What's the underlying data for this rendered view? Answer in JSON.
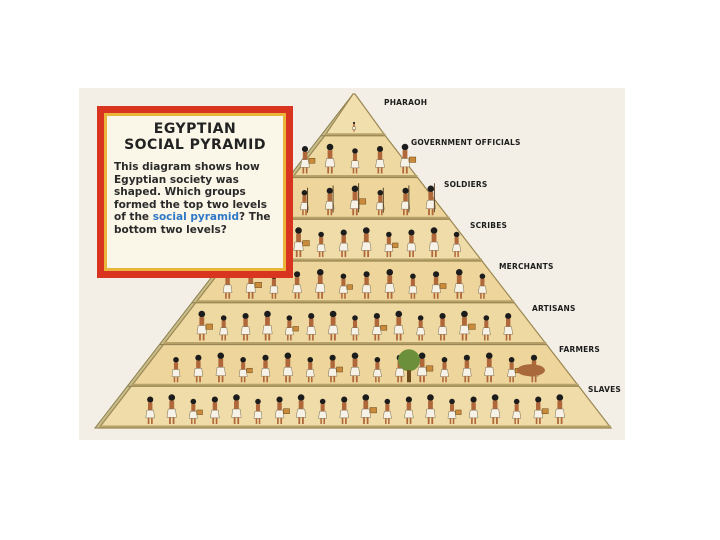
{
  "info_box": {
    "title_line1": "EGYPTIAN",
    "title_line2": "SOCIAL PYRAMID",
    "body_part1": "This diagram shows how Egyptian society was shaped. Which groups formed the top two levels of the ",
    "body_highlight": "social pyramid",
    "body_part2": "? The bottom two levels?",
    "highlight_color": "#2f78c8",
    "border_color": "#d8341f"
  },
  "levels": [
    {
      "label": "PHARAOH"
    },
    {
      "label": "GOVERNMENT OFFICIALS"
    },
    {
      "label": "SOLDIERS"
    },
    {
      "label": "SCRIBES"
    },
    {
      "label": "MERCHANTS"
    },
    {
      "label": "ARTISANS"
    },
    {
      "label": "FARMERS"
    },
    {
      "label": "SLAVES"
    }
  ],
  "colors": {
    "stone_light": "#f1dfae",
    "stone_dark": "#b7a36a",
    "side_face": "#c9bd8a",
    "figure_skin": "#b0683a",
    "figure_cloth": "#f6f2e8",
    "figure_hair": "#1c1c1c"
  }
}
